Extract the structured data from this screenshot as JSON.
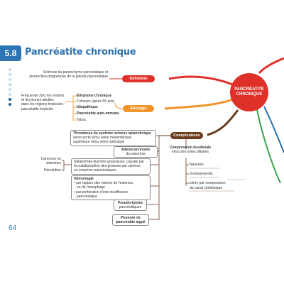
{
  "section": {
    "number": "5.8",
    "title": "Pancréatite chronique"
  },
  "page_number": "64",
  "center": {
    "label_line1": "PANCRÉATITE",
    "label_line2": "CHRONIQUE",
    "color": "#e0302a"
  },
  "definition": {
    "label": "Définition",
    "color": "#e0302a",
    "text_line1": "Sclérose du parenchyme pancréatique et",
    "text_line2": "destruction progressive de la glande pancréatique"
  },
  "etiology": {
    "label": "Étiologie",
    "color": "#f0952a",
    "items": [
      "Éthylisme chronique",
      "Tumeurs (après 55 ans)",
      "Idiopathique",
      "Pancréatite auto-immune",
      "Tabac"
    ],
    "note_lines": [
      "Fréquente chez les enfants",
      "et les jeunes adultes",
      "dans les régions tropicales :",
      "pancréatite tropicale"
    ]
  },
  "complications": {
    "label": "Complications",
    "color": "#6b3a1e",
    "thrombosis_lines": [
      "Thrombose du système veineux splanchnique",
      "veine porte et/ou veine mésentérique",
      "supérieure et/ou veine splénique"
    ],
    "adenocarcinoma_lines": [
      "Adénocarcinome",
      "du pancréas"
    ],
    "steatorrhea_lines": [
      "Stéatorrhée diarrhée graisseuse, causée par",
      "la malabsorption des graisses par carence",
      "en enzymes pancréatiques"
    ],
    "steatorrhea_effects": [
      "Carences en vitamines",
      "Dénutrition"
    ],
    "hemorrhage_lines": [
      "Hémorragie",
      "• par rupture des varices de l'estomac",
      "ou de l'œsophage",
      "• par perforation d'une insuffisance",
      "pancréatique"
    ],
    "pseudocysts_lines": [
      "Pseudo-kystes",
      "pancréatiques"
    ],
    "acute_lines": [
      "Poussée de",
      "pancréatite aiguë"
    ],
    "compression_lines": [
      "Compression duodénale",
      "et/ou des voies biliaires"
    ],
    "compression_effects": [
      "Nausées",
      "Vomissements",
      "ictère par compression",
      "du canal cholédoque"
    ]
  }
}
